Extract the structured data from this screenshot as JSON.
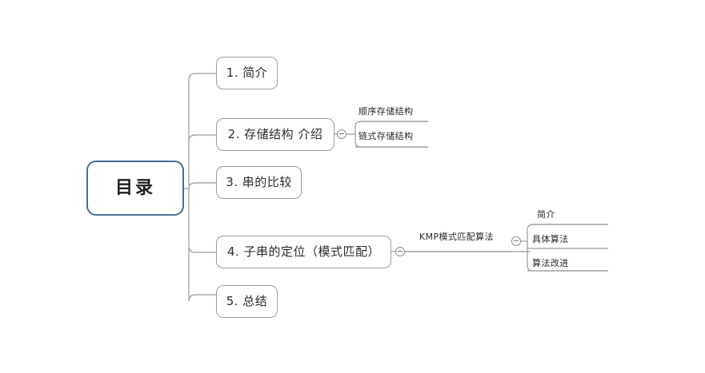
{
  "diagram": {
    "type": "mind-map",
    "title": "目录",
    "background": "#ffffff",
    "root_border_color": "#4a6e96",
    "node_border_color": "#9a9a9a",
    "connector_color": "#9a9a9a",
    "text_color": "#2b2b2b"
  },
  "root": {
    "label": "目录"
  },
  "branches": [
    {
      "id": "b1",
      "label": "1. 简介",
      "children": []
    },
    {
      "id": "b2",
      "label": "2. 存储结构 介绍",
      "toggle": "collapse-minus-icon",
      "children": [
        {
          "id": "b2c1",
          "label": "顺序存储结构"
        },
        {
          "id": "b2c2",
          "label": "链式存储结构"
        }
      ]
    },
    {
      "id": "b3",
      "label": "3. 串的比较",
      "children": []
    },
    {
      "id": "b4",
      "label": "4. 子串的定位（模式匹配）",
      "toggle": "collapse-minus-icon",
      "children": [
        {
          "id": "b4c1",
          "label": "KMP模式匹配算法",
          "toggle": "collapse-minus-icon",
          "children": [
            {
              "id": "b4c1a",
              "label": "简介"
            },
            {
              "id": "b4c1b",
              "label": "具体算法"
            },
            {
              "id": "b4c1c",
              "label": "算法改进"
            }
          ]
        }
      ]
    },
    {
      "id": "b5",
      "label": "5. 总结",
      "children": []
    }
  ]
}
